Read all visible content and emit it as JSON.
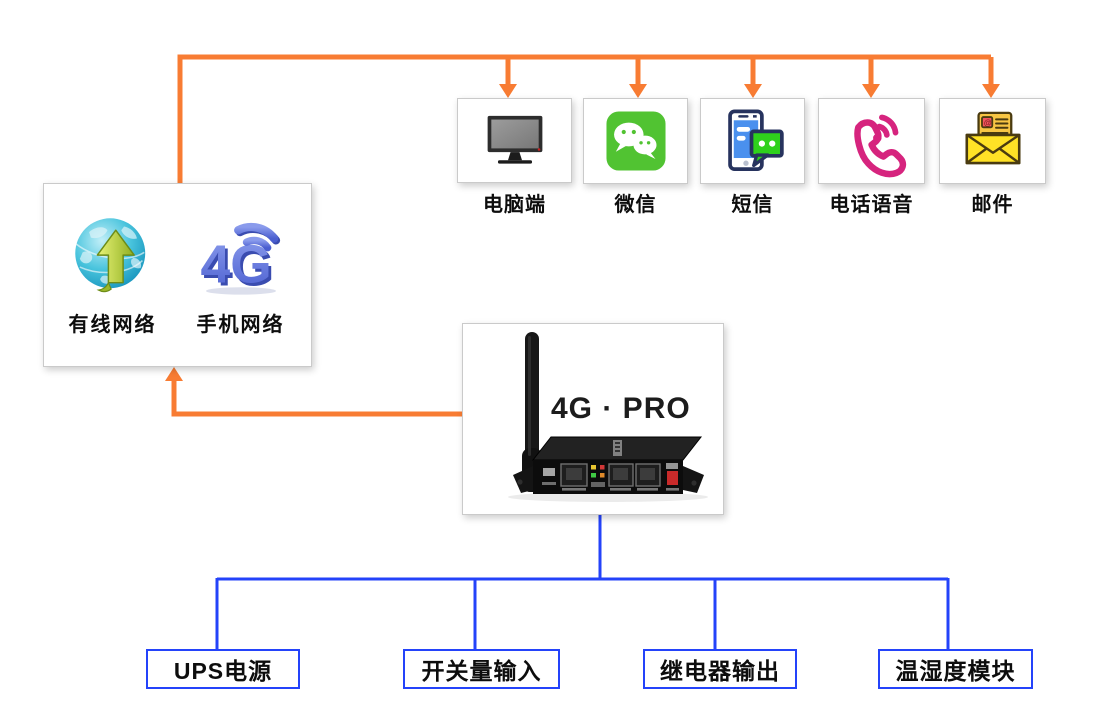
{
  "colors": {
    "connector_orange": "#F87C33",
    "connector_blue": "#2443FA",
    "module_border_blue": "#2443FA",
    "box_border_gray": "#CACACA",
    "text_black": "#0D0D0D",
    "wechat_green": "#51C332",
    "sms_screen_blue": "#4A90EE",
    "sms_bubble_green": "#2FD11C",
    "sms_outline_navy": "#27335E",
    "phone_magenta": "#D6247E",
    "mail_yellow": "#FFE226",
    "mail_outline_brown": "#4A3B10",
    "globe_teal": "#49C4DD",
    "arrow_green": "#A9C32E",
    "logo_periwinkle": "#5E72DD"
  },
  "networks": {
    "items": [
      {
        "label": "有线网络",
        "icon": "globe-arrow-icon"
      },
      {
        "label": "手机网络",
        "icon": "4g-signal-icon"
      }
    ]
  },
  "device": {
    "label": "4G · PRO",
    "icon": "router-device-image"
  },
  "channels": [
    {
      "label": "电脑端",
      "icon": "monitor-icon"
    },
    {
      "label": "微信",
      "icon": "wechat-icon"
    },
    {
      "label": "短信",
      "icon": "sms-icon"
    },
    {
      "label": "电话语音",
      "icon": "phone-voice-icon"
    },
    {
      "label": "邮件",
      "icon": "email-icon"
    }
  ],
  "modules": [
    {
      "label": "UPS电源"
    },
    {
      "label": "开关量输入"
    },
    {
      "label": "继电器输出"
    },
    {
      "label": "温湿度模块"
    }
  ]
}
